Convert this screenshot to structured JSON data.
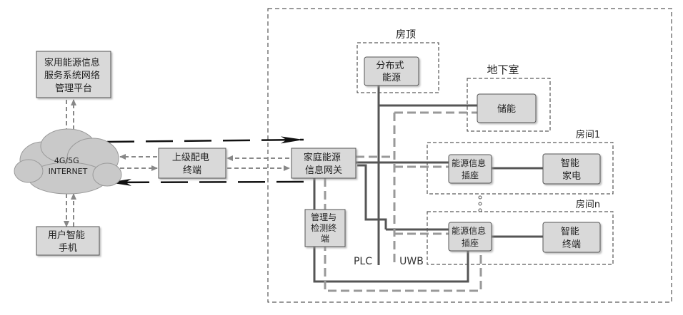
{
  "nodes": {
    "platform": {
      "lines": [
        "家用能源信息",
        "服务系统网络",
        "管理平台"
      ]
    },
    "cloud": {
      "lines": [
        "4G/5G",
        "INTERNET"
      ]
    },
    "phone": {
      "lines": [
        "用户智能",
        "手机"
      ]
    },
    "upper_terminal": {
      "lines": [
        "上级配电",
        "终端"
      ]
    },
    "gateway": {
      "lines": [
        "家庭能源",
        "信息网关"
      ]
    },
    "monitor": {
      "lines": [
        "管理与",
        "检测终",
        "端"
      ]
    },
    "distributed": {
      "lines": [
        "分布式",
        "能源"
      ]
    },
    "storage": {
      "lines": [
        "储能"
      ]
    },
    "socket1": {
      "lines": [
        "能源信息",
        "插座"
      ]
    },
    "appliance": {
      "lines": [
        "智能",
        "家电"
      ]
    },
    "socketn": {
      "lines": [
        "能源信息",
        "插座"
      ]
    },
    "terminal": {
      "lines": [
        "智能",
        "终端"
      ]
    }
  },
  "zones": {
    "roof": "房顶",
    "basement": "地下室",
    "room1": "房间1",
    "roomn": "房间n"
  },
  "labels": {
    "plc": "PLC",
    "uwb": "UWB"
  },
  "colors": {
    "box_fill": "#d9d9d9",
    "box_stroke": "#555555",
    "cloud_fill": "#c9c9c9",
    "line_dark": "#555555",
    "line_light": "#999999",
    "dash_border": "#333333"
  }
}
